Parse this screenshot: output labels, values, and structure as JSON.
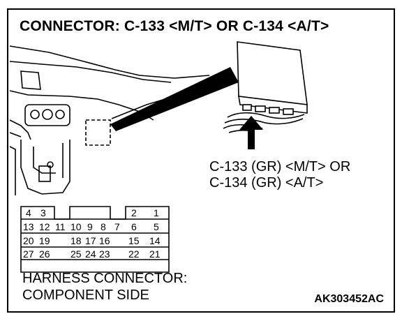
{
  "title": "CONNECTOR: C-133 <M/T> OR C-134 <A/T>",
  "callout": {
    "line1": "C-133 (GR) <M/T> OR",
    "line2": "C-134 (GR) <A/T>"
  },
  "harness_caption": {
    "line1": "HARNESS CONNECTOR:",
    "line2": "COMPONENT SIDE"
  },
  "figure_code": "AK303452AC",
  "connector_pins": {
    "left_top": [
      "4",
      "3"
    ],
    "right_top": [
      "2",
      "1"
    ],
    "row2": [
      "13",
      "12",
      "11",
      "10",
      "9",
      "8",
      "7",
      "6",
      "5"
    ],
    "row3": [
      "20",
      "19",
      "18",
      "17",
      "16",
      "15",
      "14"
    ],
    "row4": [
      "27",
      "26",
      "25",
      "24",
      "23",
      "22",
      "21"
    ]
  }
}
